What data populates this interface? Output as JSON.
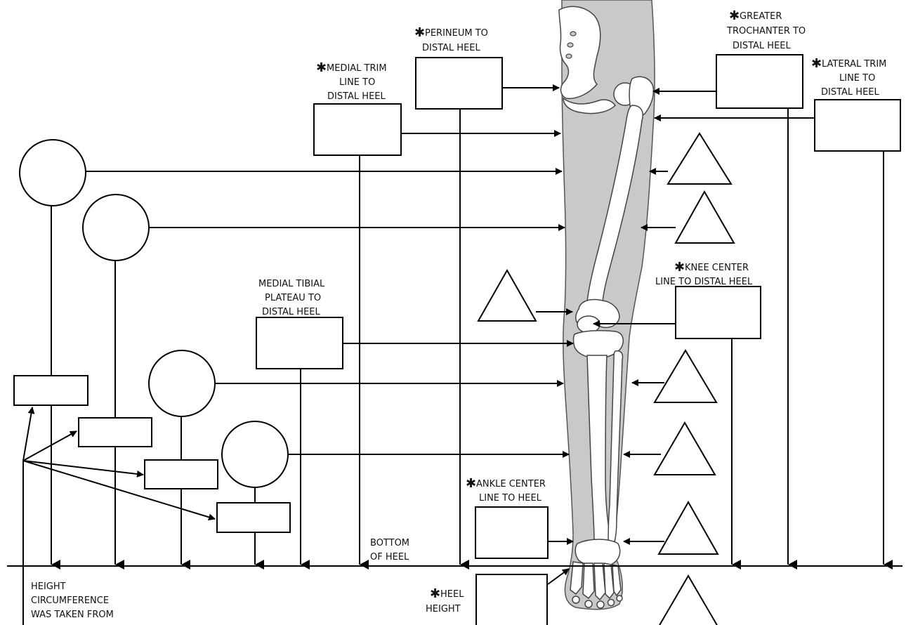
{
  "labels": {
    "perineum": {
      "star": "✱",
      "lines": [
        "PERINEUM TO",
        "DISTAL HEEL"
      ]
    },
    "greater_trochanter": {
      "star": "✱",
      "lines": [
        "GREATER",
        "TROCHANTER TO",
        "DISTAL HEEL"
      ]
    },
    "medial_trim": {
      "star": "✱",
      "lines": [
        "MEDIAL TRIM",
        "LINE TO",
        "DISTAL HEEL"
      ]
    },
    "lateral_trim": {
      "star": "✱",
      "lines": [
        "LATERAL TRIM",
        "LINE TO",
        "DISTAL HEEL"
      ]
    },
    "knee_center": {
      "star": "✱",
      "lines": [
        "KNEE CENTER",
        "LINE TO DISTAL HEEL"
      ]
    },
    "medial_tibial": {
      "star": "",
      "lines": [
        "MEDIAL TIBIAL",
        "PLATEAU TO",
        "DISTAL HEEL"
      ]
    },
    "ankle_center": {
      "star": "✱",
      "lines": [
        "ANKLE CENTER",
        "LINE TO HEEL"
      ]
    },
    "bottom_of_heel": {
      "star": "",
      "lines": [
        "BOTTOM",
        "OF HEEL"
      ]
    },
    "heel_height": {
      "star": "✱",
      "lines": [
        "HEEL",
        "HEIGHT"
      ]
    },
    "height_circumference": {
      "star": "",
      "lines": [
        "HEIGHT",
        "CIRCUMFERENCE",
        "WAS TAKEN FROM"
      ]
    }
  },
  "colors": {
    "skin": "#c9c9c9",
    "bone": "#ffffff",
    "line": "#000000"
  }
}
